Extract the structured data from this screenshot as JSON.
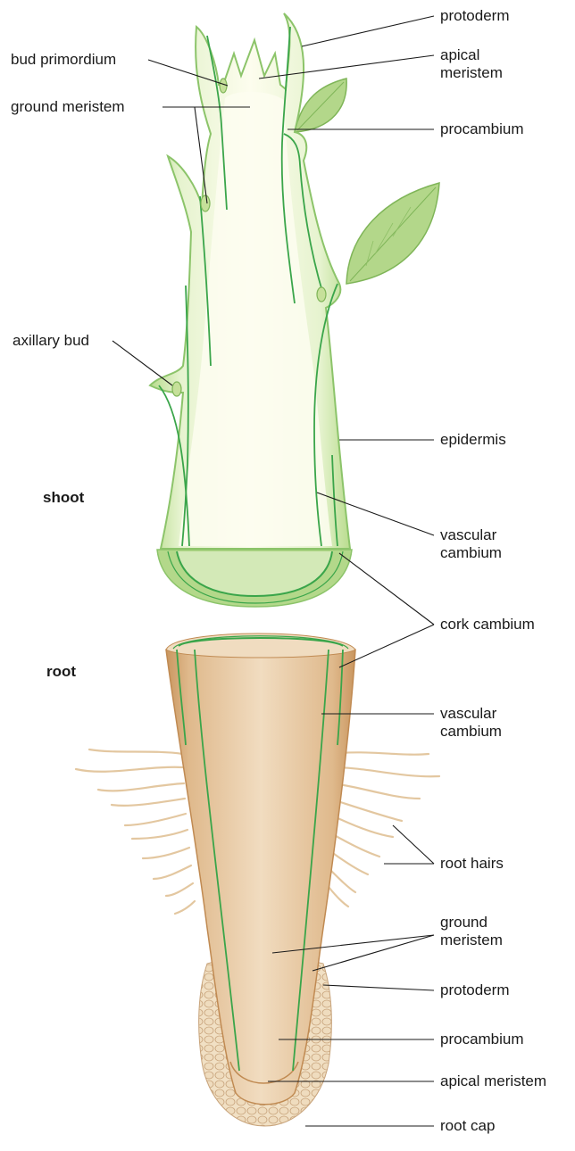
{
  "labels": {
    "protoderm_top": "protoderm",
    "bud_primordium": "bud primordium",
    "apical_meristem_top": "apical\nmeristem",
    "ground_meristem_top": "ground meristem",
    "procambium_top": "procambium",
    "axillary_bud": "axillary bud",
    "epidermis": "epidermis",
    "shoot": "shoot",
    "vascular_cambium_top": "vascular\ncambium",
    "cork_cambium": "cork cambium",
    "root": "root",
    "vascular_cambium_bottom": "vascular\ncambium",
    "root_hairs": "root hairs",
    "ground_meristem_bottom": "ground\nmeristem",
    "protoderm_bottom": "protoderm",
    "procambium_bottom": "procambium",
    "apical_meristem_bottom": "apical meristem",
    "root_cap": "root cap"
  },
  "colors": {
    "shoot_inner": "#fbfbe6",
    "shoot_tissue": "#dbeebf",
    "shoot_edge": "#8cc46a",
    "vascular": "#3aa54a",
    "root_cortex": "#d7ad80",
    "root_inner": "#eed8bd",
    "root_hair": "#e8cfac",
    "root_cap": "#f1e0c4",
    "leaf": "#a9d07c",
    "leaf_vein": "#6ea84a"
  }
}
